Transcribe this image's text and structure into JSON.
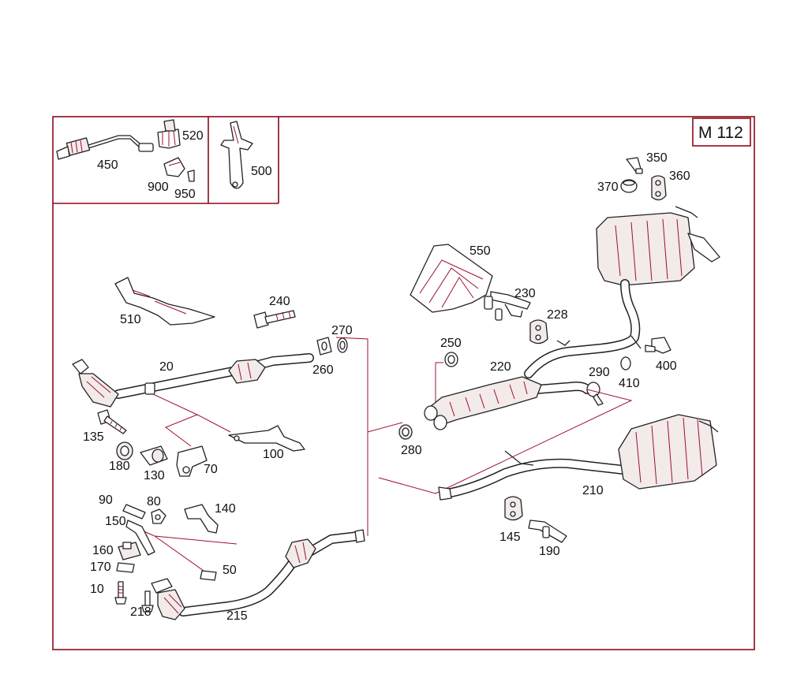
{
  "model_code": "M 112",
  "callouts": [
    {
      "key": "p450",
      "text": "450"
    },
    {
      "key": "p520",
      "text": "520"
    },
    {
      "key": "p900",
      "text": "900"
    },
    {
      "key": "p950",
      "text": "950"
    },
    {
      "key": "p500",
      "text": "500"
    },
    {
      "key": "p350",
      "text": "350"
    },
    {
      "key": "p360",
      "text": "360"
    },
    {
      "key": "p370",
      "text": "370"
    },
    {
      "key": "p550",
      "text": "550"
    },
    {
      "key": "p230",
      "text": "230"
    },
    {
      "key": "p228",
      "text": "228"
    },
    {
      "key": "p510",
      "text": "510"
    },
    {
      "key": "p240",
      "text": "240"
    },
    {
      "key": "p270",
      "text": "270"
    },
    {
      "key": "p260",
      "text": "260"
    },
    {
      "key": "p250",
      "text": "250"
    },
    {
      "key": "p220",
      "text": "220"
    },
    {
      "key": "p290",
      "text": "290"
    },
    {
      "key": "p410",
      "text": "410"
    },
    {
      "key": "p400",
      "text": "400"
    },
    {
      "key": "p20",
      "text": "20"
    },
    {
      "key": "p135",
      "text": "135"
    },
    {
      "key": "p180",
      "text": "180"
    },
    {
      "key": "p130",
      "text": "130"
    },
    {
      "key": "p70",
      "text": "70"
    },
    {
      "key": "p100",
      "text": "100"
    },
    {
      "key": "p280",
      "text": "280"
    },
    {
      "key": "p210",
      "text": "210"
    },
    {
      "key": "p145",
      "text": "145"
    },
    {
      "key": "p190",
      "text": "190"
    },
    {
      "key": "p90",
      "text": "90"
    },
    {
      "key": "p80",
      "text": "80"
    },
    {
      "key": "p140",
      "text": "140"
    },
    {
      "key": "p150",
      "text": "150"
    },
    {
      "key": "p160",
      "text": "160"
    },
    {
      "key": "p170",
      "text": "170"
    },
    {
      "key": "p50",
      "text": "50"
    },
    {
      "key": "p10",
      "text": "10"
    },
    {
      "key": "p218",
      "text": "218"
    },
    {
      "key": "p215",
      "text": "215"
    }
  ]
}
